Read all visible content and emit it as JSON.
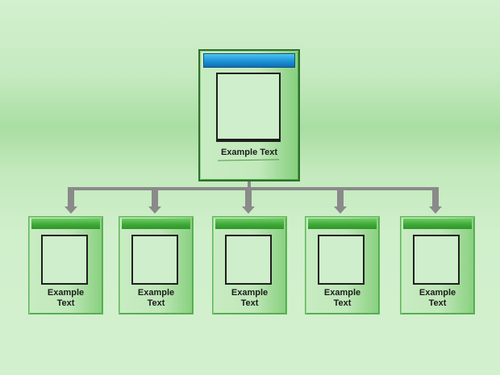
{
  "root": {
    "label": "Example Text"
  },
  "children": [
    {
      "label_line1": "Example",
      "label_line2": "Text"
    },
    {
      "label_line1": "Example",
      "label_line2": "Text"
    },
    {
      "label_line1": "Example",
      "label_line2": "Text"
    },
    {
      "label_line1": "Example",
      "label_line2": "Text"
    },
    {
      "label_line1": "Example",
      "label_line2": "Text"
    }
  ],
  "colors": {
    "background": "#c5eac0",
    "card_green": "#5fb85a",
    "root_header_blue": "#1f97d9",
    "connector_gray": "#8a8a8a"
  }
}
